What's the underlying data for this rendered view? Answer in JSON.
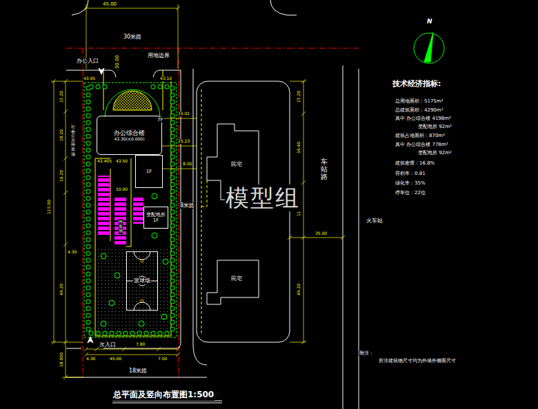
{
  "diagram": {
    "title": "总平面及竖向布置图1:500",
    "nodes": [
      {
        "text": [
          "办公综合楼",
          "43.30(±0.000)"
        ]
      },
      {
        "text": [
          "1F"
        ]
      },
      {
        "text": [
          "变配电所",
          "1F"
        ]
      },
      {
        "text": [
          "篮球场"
        ]
      },
      {
        "text": [
          "民宅"
        ]
      },
      {
        "text": [
          "民宅"
        ]
      }
    ],
    "labels": [
      "45.00",
      "30米路",
      "办公入口",
      "用地边界",
      "30.00",
      "43.95",
      "43.10",
      "15.20",
      "18.20",
      "16.20",
      "115.00",
      "44.20",
      "4.30",
      "社会公共停车场",
      "7F",
      "15.01",
      "25.23",
      "8.00",
      "8米路",
      "43.405",
      "43.50",
      "10.00",
      "停车场",
      "次入口",
      "7.80",
      "4.30",
      "45.00",
      "7.00",
      "18米路",
      "18.000",
      "15.20",
      "34.40",
      "11.20",
      "35.00",
      "44.20",
      "车站路",
      "火车站",
      "N",
      "技术经济指标:",
      "总用地面积：5175m²",
      "总建筑面积：4290m²",
      "其中 办公综合楼 4198m²",
      "变配电所 92m²",
      "建筑占地面积：870m²",
      "其中 办公综合楼 778m²",
      "变配电所 92m²",
      "建筑密度：16.8%",
      "容积率：0.81",
      "绿化率：35%",
      "停车位：22位",
      "附注：",
      "所注建筑物尺寸均为外墙外侧面尺寸",
      "模型组"
    ]
  }
}
